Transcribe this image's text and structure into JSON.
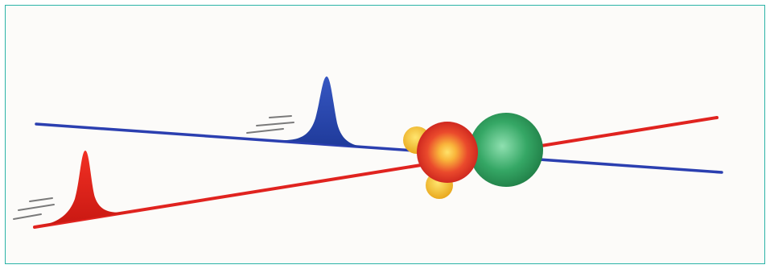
{
  "diagram": {
    "description_visible_text": "",
    "colors": {
      "frame_border": "#2bb3a7",
      "background": "#fcfbf9",
      "blue_beam": "#2b3fb0",
      "red_beam": "#e0231f",
      "blue_pulse": "#2f4fb0",
      "red_pulse": "#e3201b",
      "green_sphere": "#2e9e5c",
      "red_sphere": "#e0342a",
      "yellow_core": "#f7d23a",
      "small_yellow_spheres": "#f2c02e",
      "motion_lines": "#777777"
    },
    "elements": {
      "blue_laser_pulse": "blue-pulse",
      "red_laser_pulse": "red-pulse",
      "target_molecule": "molecule"
    }
  }
}
